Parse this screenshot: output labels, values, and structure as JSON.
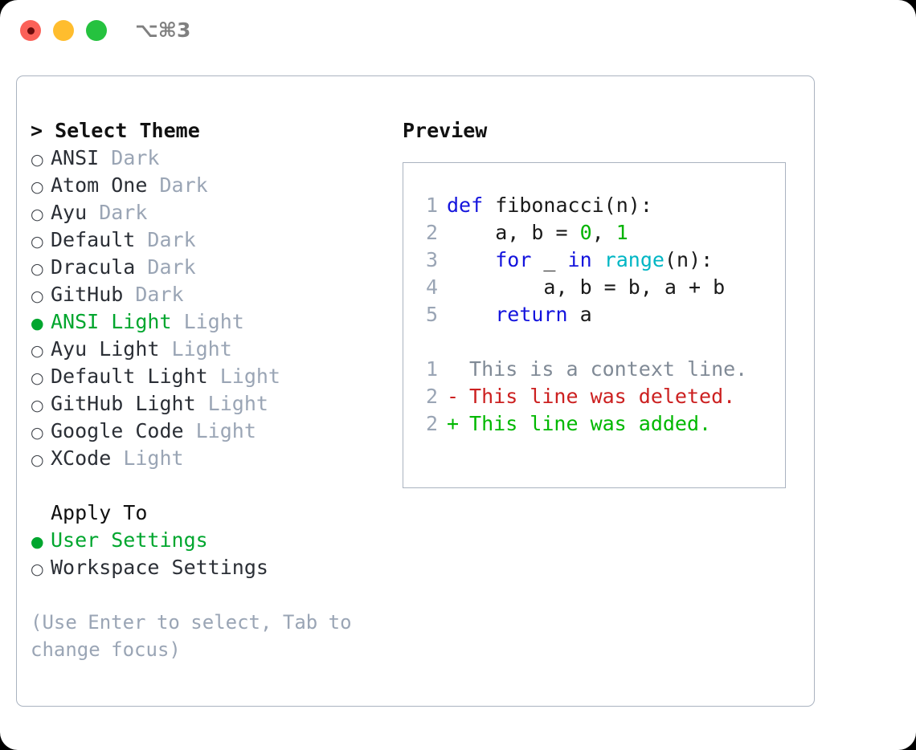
{
  "window": {
    "shortcut_label": "⌥⌘3",
    "traffic_lights": [
      {
        "name": "close",
        "color": "#fb6158"
      },
      {
        "name": "minimize",
        "color": "#ffbd2e"
      },
      {
        "name": "maximize",
        "color": "#25c23f"
      }
    ]
  },
  "theme_selector": {
    "caret": ">",
    "heading": "Select Theme",
    "selected_theme": "ANSI Light",
    "bullet_selected": "●",
    "bullet_unselected": "○",
    "options": [
      {
        "label": "ANSI",
        "suffix": "Dark",
        "selected": false
      },
      {
        "label": "Atom One",
        "suffix": "Dark",
        "selected": false
      },
      {
        "label": "Ayu",
        "suffix": "Dark",
        "selected": false
      },
      {
        "label": "Default",
        "suffix": "Dark",
        "selected": false
      },
      {
        "label": "Dracula",
        "suffix": "Dark",
        "selected": false
      },
      {
        "label": "GitHub",
        "suffix": "Dark",
        "selected": false
      },
      {
        "label": "ANSI Light",
        "suffix": "Light",
        "selected": true
      },
      {
        "label": "Ayu Light",
        "suffix": "Light",
        "selected": false
      },
      {
        "label": "Default Light",
        "suffix": "Light",
        "selected": false
      },
      {
        "label": "GitHub Light",
        "suffix": "Light",
        "selected": false
      },
      {
        "label": "Google Code",
        "suffix": "Light",
        "selected": false
      },
      {
        "label": "XCode",
        "suffix": "Light",
        "selected": false
      }
    ]
  },
  "apply_to": {
    "heading": "Apply To",
    "selected_target": "User Settings",
    "options": [
      {
        "label": "User Settings",
        "selected": true
      },
      {
        "label": "Workspace Settings",
        "selected": false
      }
    ]
  },
  "hint": "(Use Enter to select, Tab to change focus)",
  "preview": {
    "title": "Preview",
    "code_lines": [
      {
        "number": "1",
        "tokens": [
          {
            "text": "def ",
            "type": "kw"
          },
          {
            "text": "fibonacci(n):",
            "type": "plain"
          }
        ]
      },
      {
        "number": "2",
        "tokens": [
          {
            "text": "    a, b = ",
            "type": "plain"
          },
          {
            "text": "0",
            "type": "num"
          },
          {
            "text": ", ",
            "type": "plain"
          },
          {
            "text": "1",
            "type": "num"
          }
        ]
      },
      {
        "number": "3",
        "tokens": [
          {
            "text": "    ",
            "type": "plain"
          },
          {
            "text": "for",
            "type": "kw"
          },
          {
            "text": " _ ",
            "type": "plain"
          },
          {
            "text": "in",
            "type": "kw"
          },
          {
            "text": " ",
            "type": "plain"
          },
          {
            "text": "range",
            "type": "fn"
          },
          {
            "text": "(n):",
            "type": "plain"
          }
        ]
      },
      {
        "number": "4",
        "tokens": [
          {
            "text": "        a, b = b, a + b",
            "type": "plain"
          }
        ]
      },
      {
        "number": "5",
        "tokens": [
          {
            "text": "    ",
            "type": "plain"
          },
          {
            "text": "return",
            "type": "kw"
          },
          {
            "text": " a",
            "type": "plain"
          }
        ]
      }
    ],
    "diff_lines": [
      {
        "number": "1",
        "marker": " ",
        "text": "This is a context line.",
        "kind": "ctx"
      },
      {
        "number": "2",
        "marker": "-",
        "text": "This line was deleted.",
        "kind": "del"
      },
      {
        "number": "2",
        "marker": "+",
        "text": "This line was added.",
        "kind": "add"
      }
    ]
  },
  "colors": {
    "accent_green": "#00a62e",
    "muted": "#9aa5b5",
    "keyword_blue": "#1414dd",
    "function_cyan": "#00b6c4",
    "number_green": "#00b300",
    "diff_delete": "#cc2020",
    "diff_add": "#00b800",
    "border": "#aab3c0"
  }
}
